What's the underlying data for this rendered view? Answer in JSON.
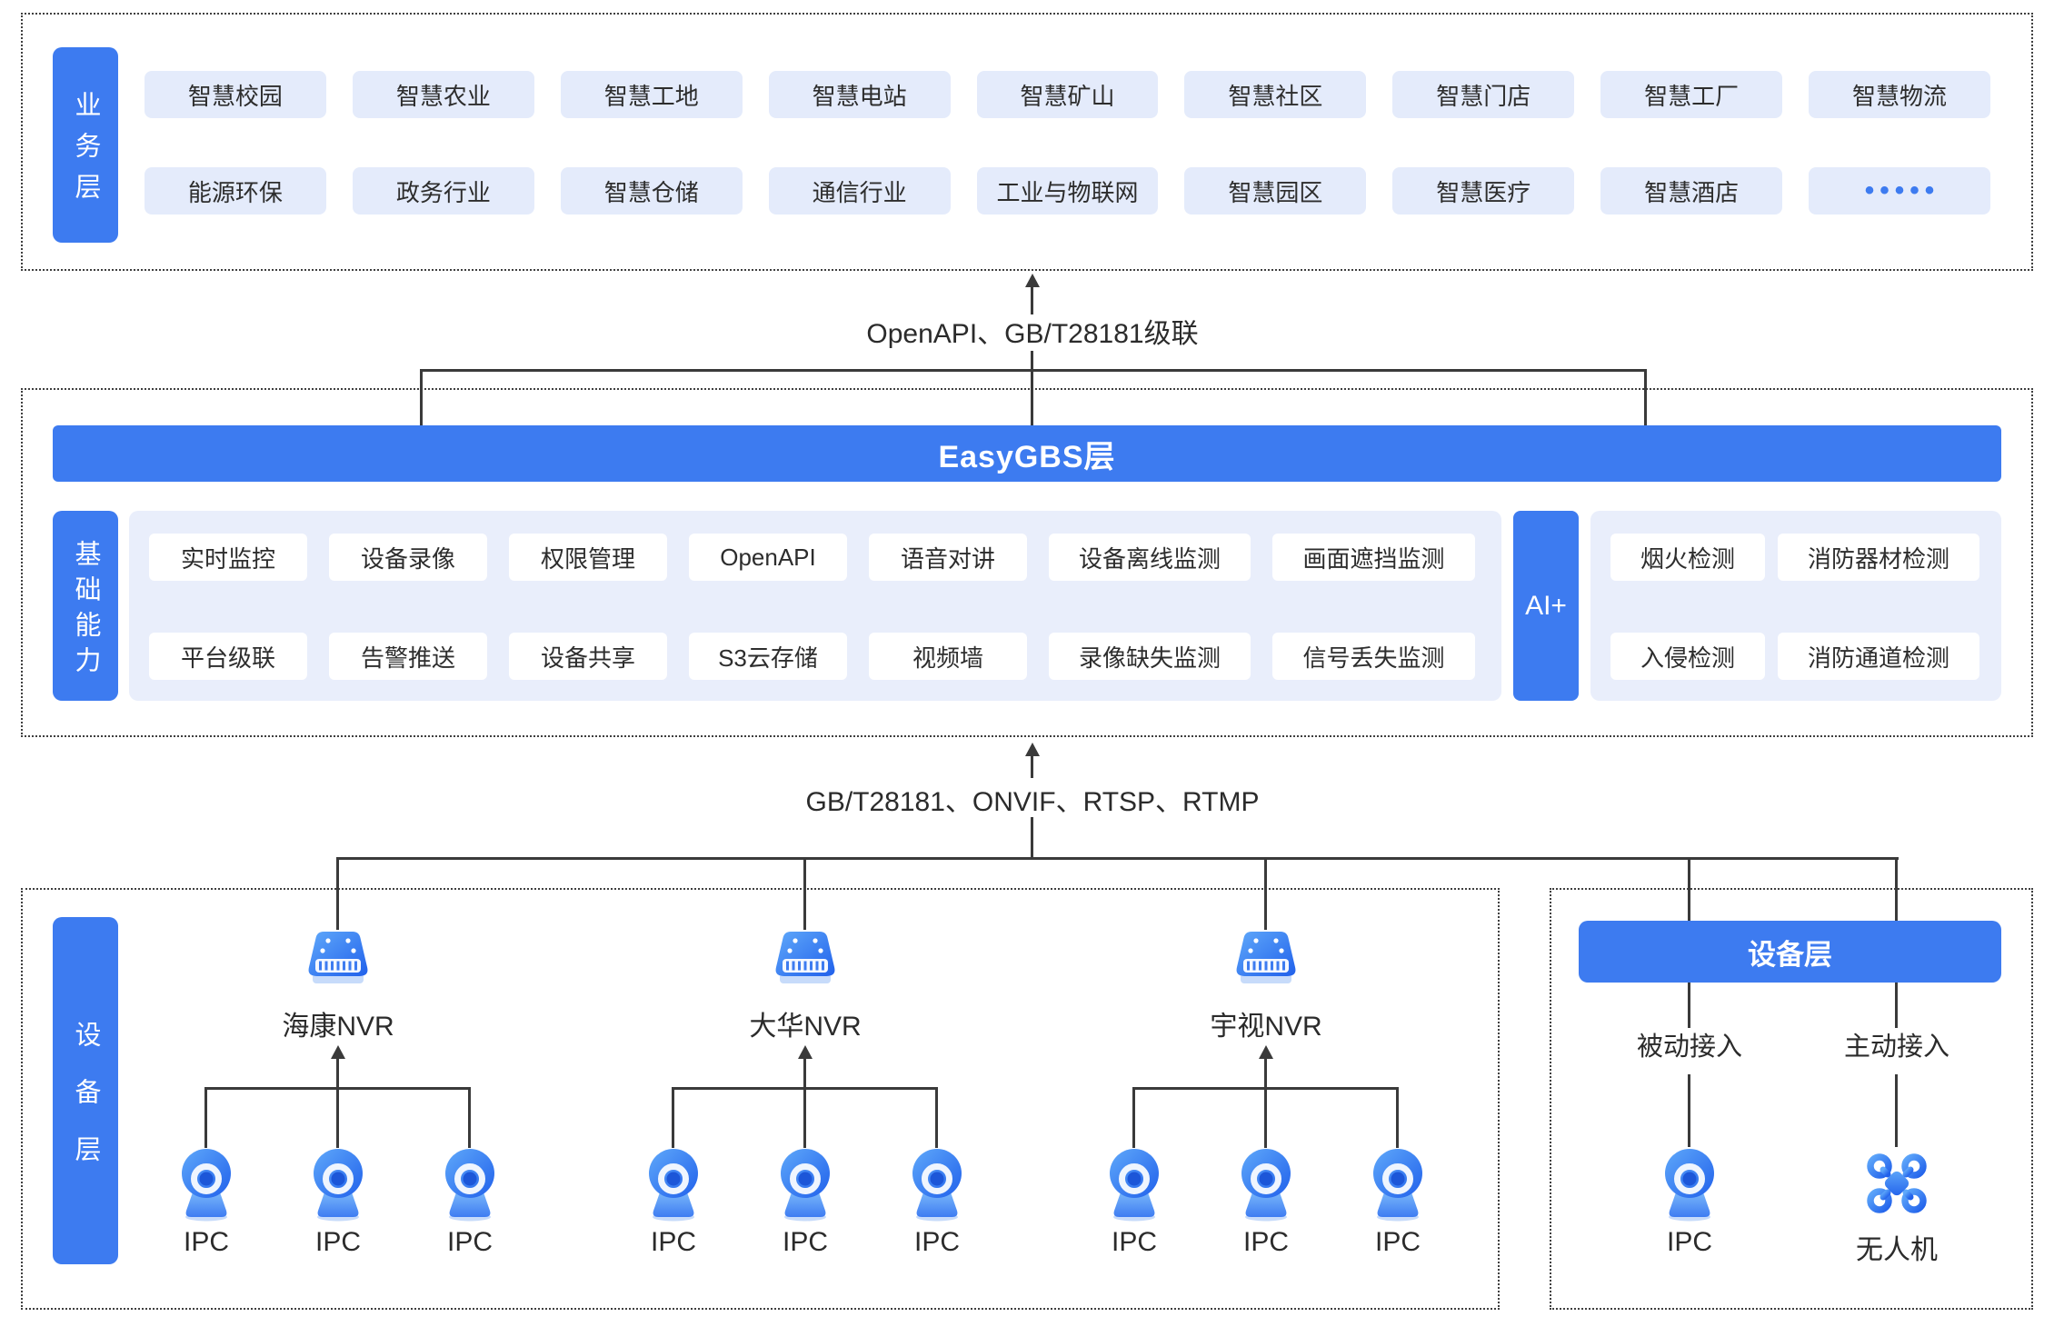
{
  "colors": {
    "accent_blue": "#3D7BF0",
    "chip_light_blue": "#E4EBFB",
    "panel_light_blue": "#E9EEFB",
    "text_dark": "#2d2d2d",
    "line_dark": "#3a3a3a"
  },
  "business_layer": {
    "label": "业务层",
    "row1": [
      "智慧校园",
      "智慧农业",
      "智慧工地",
      "智慧电站",
      "智慧矿山",
      "智慧社区",
      "智慧门店",
      "智慧工厂",
      "智慧物流"
    ],
    "row2": [
      "能源环保",
      "政务行业",
      "智慧仓储",
      "通信行业",
      "工业与物联网",
      "智慧园区",
      "智慧医疗",
      "智慧酒店",
      "•••••"
    ]
  },
  "link_top": {
    "label": "OpenAPI、GB/T28181级联"
  },
  "easygbs_layer": {
    "bar_label": "EasyGBS层",
    "capability_label": "基础能力",
    "row1": [
      "实时监控",
      "设备录像",
      "权限管理",
      "OpenAPI",
      "语音对讲",
      "设备离线监测",
      "画面遮挡监测"
    ],
    "row2": [
      "平台级联",
      "告警推送",
      "设备共享",
      "S3云存储",
      "视频墙",
      "录像缺失监测",
      "信号丢失监测"
    ],
    "ai_label": "AI+",
    "ai_row1": [
      "烟火检测",
      "消防器材检测"
    ],
    "ai_row2": [
      "入侵检测",
      "消防通道检测"
    ]
  },
  "link_bottom": {
    "label": "GB/T28181、ONVIF、RTSP、RTMP"
  },
  "device_layer": {
    "label": "设备层",
    "nvr_groups": [
      {
        "name": "海康NVR",
        "ipcs": [
          "IPC",
          "IPC",
          "IPC"
        ]
      },
      {
        "name": "大华NVR",
        "ipcs": [
          "IPC",
          "IPC",
          "IPC"
        ]
      },
      {
        "name": "宇视NVR",
        "ipcs": [
          "IPC",
          "IPC",
          "IPC"
        ]
      }
    ],
    "right_panel": {
      "header": "设备层",
      "passive_label": "被动接入",
      "active_label": "主动接入",
      "ipc_label": "IPC",
      "drone_label": "无人机"
    }
  }
}
